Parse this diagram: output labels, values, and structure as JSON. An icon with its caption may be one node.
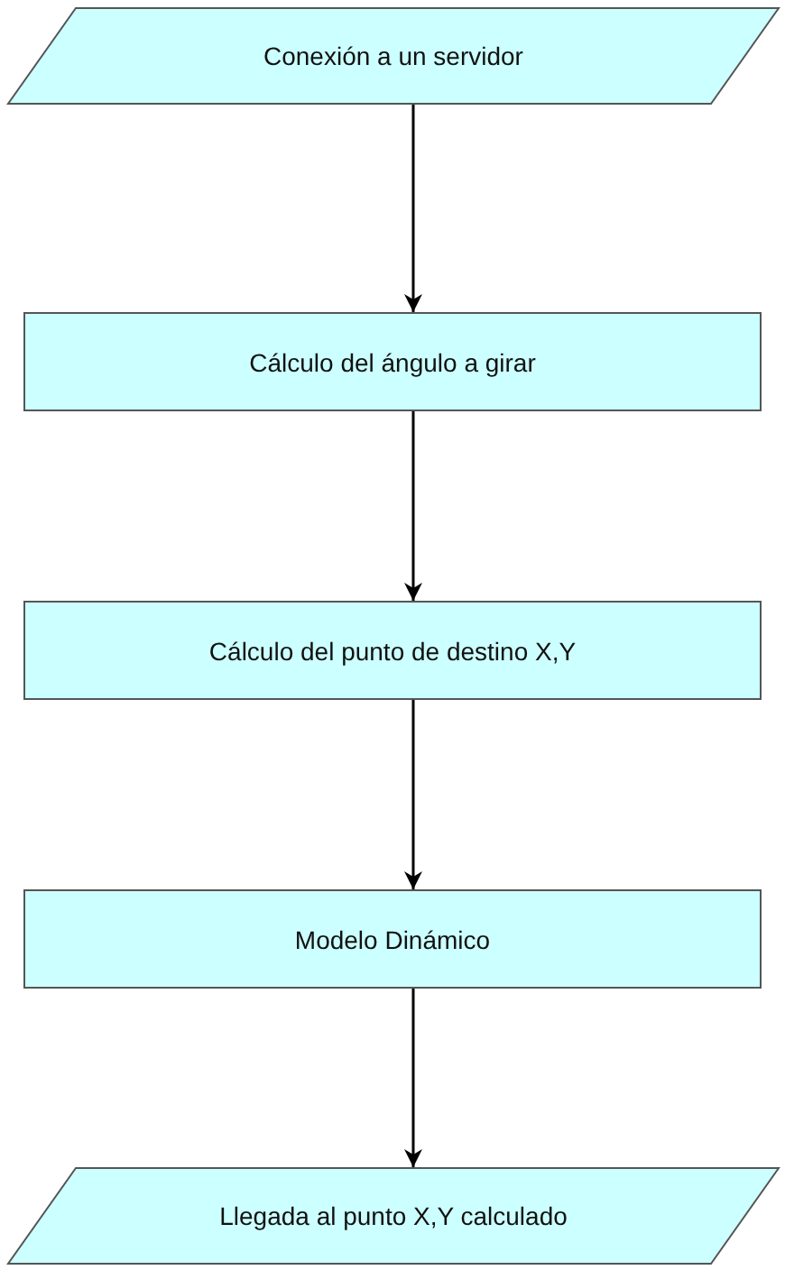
{
  "diagram": {
    "nodes": [
      {
        "text": [
          "Conexión a un servidor"
        ]
      },
      {
        "text": [
          "Cálculo del ángulo a girar"
        ]
      },
      {
        "text": [
          "Cálculo del punto de destino X,Y"
        ]
      },
      {
        "text": [
          "Modelo Dinámico"
        ]
      },
      {
        "text": [
          "Llegada al punto X,Y calculado"
        ]
      }
    ],
    "edges": [
      {
        "from": 0,
        "to": 1,
        "arrow": "to"
      },
      {
        "from": 1,
        "to": 2,
        "arrow": "to"
      },
      {
        "from": 2,
        "to": 3,
        "arrow": "to"
      },
      {
        "from": 3,
        "to": 4,
        "arrow": "to"
      }
    ]
  }
}
